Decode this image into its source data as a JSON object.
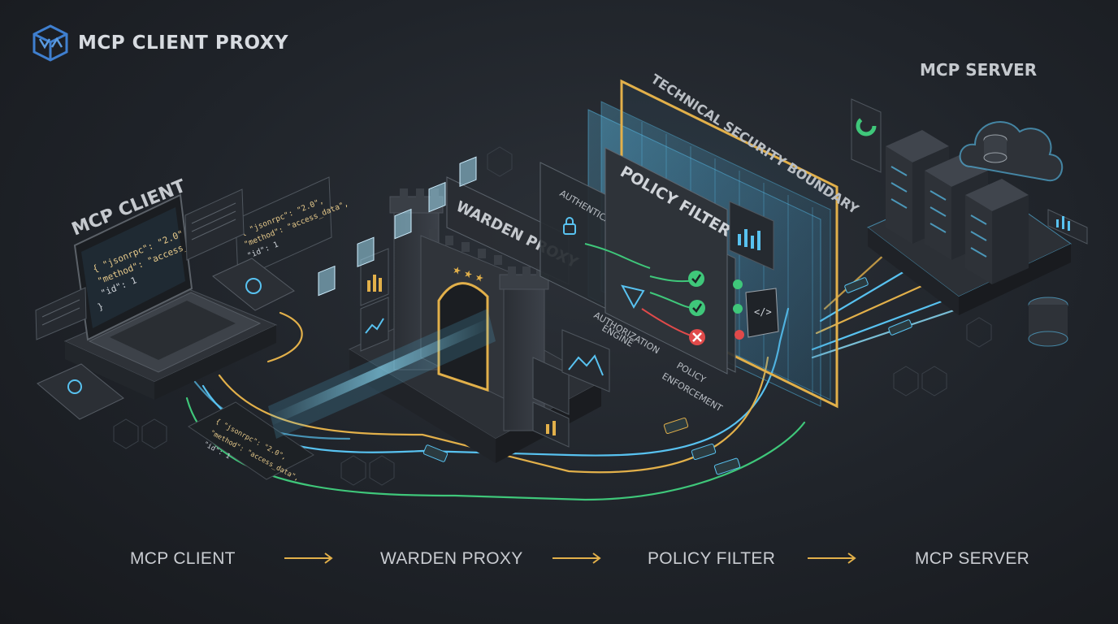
{
  "header": {
    "title": "MCP CLIENT PROXY"
  },
  "labels": {
    "client": "MCP CLIENT",
    "server": "MCP SERVER",
    "warden": "WARDEN PROXY",
    "policy_filter": "POLICY FILTER",
    "boundary": "TECHNICAL SECURITY BOUNDARY",
    "auth_check": "AUTHENTICATION CHECK",
    "authz_line1": "AUTHORIZATION",
    "authz_line2": "ENGINE",
    "enforce_line1": "POLICY",
    "enforce_line2": "ENFORCEMENT"
  },
  "code_snippet": {
    "line1": "{ \"jsonrpc\": \"2.0\",",
    "line2": "\"method\": \"access_data\",",
    "line3": "\"id\": 1",
    "line4": "}"
  },
  "flow": {
    "steps": [
      "MCP CLIENT",
      "WARDEN PROXY",
      "POLICY FILTER",
      "MCP SERVER"
    ]
  },
  "colors": {
    "accent_blue": "#58c2f0",
    "accent_gold": "#e2b04a",
    "accent_green": "#3fc77a",
    "accent_red": "#e04a4a",
    "logo_blue": "#3f7fcf"
  }
}
